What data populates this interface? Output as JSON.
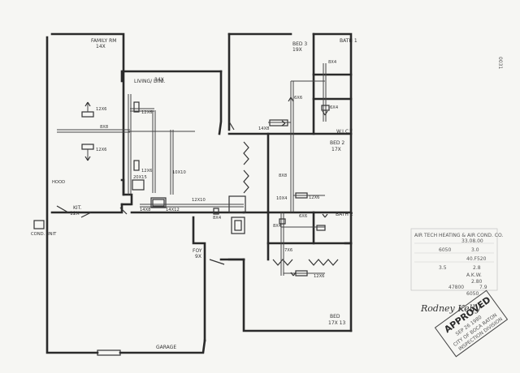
{
  "rooms": {
    "family_room": {
      "name": "FAMILY RM",
      "size": "14X"
    },
    "living_dining": {
      "name": "LIVING/ DINI.",
      "size": "34X"
    },
    "kitchen": {
      "name": "KIT.",
      "size": "12X"
    },
    "bed3": {
      "name": "BED 3",
      "size": "19X"
    },
    "bath1": {
      "name": "BATH 1",
      "size": ""
    },
    "wic": {
      "name": "W.I.C.",
      "size": ""
    },
    "bed2": {
      "name": "BED 2",
      "size": "17X"
    },
    "bath2": {
      "name": "BATH 2",
      "size": ""
    },
    "bed1": {
      "name": "BED",
      "size": "17X 13"
    },
    "foy": {
      "name": "FOY",
      "size": "9X"
    },
    "garage": {
      "name": "GARAGE",
      "size": ""
    },
    "hood": {
      "name": "HOOD",
      "size": ""
    },
    "cond_unit": {
      "name": "COND. UNIT",
      "size": ""
    }
  },
  "duct_labels": {
    "left_12x6_upper": "12X6",
    "left_12x6_lower": "12X6",
    "left_8x8": "8X8",
    "center_12x6_a": "12X6",
    "center_12x6_b": "12X6",
    "center_10x10": "10X10",
    "center_20x15": "20X15",
    "return_12x10": "12X10",
    "return_14x12": "14X12",
    "return_14x8": "14X8",
    "lower_8x4": "8X4",
    "bed3_8x4": "8X4",
    "bed3_6x6": "6X6",
    "bed3_14x8": "14X8",
    "bath1_6x4": "6X4",
    "bath1_8x4": "8X4",
    "bed2_8x8": "8X8",
    "bed2_10x4": "10X4",
    "bed2_12x6": "12X6",
    "bath2_8x4": "8X4",
    "bath2_6x6": "6X6",
    "bed1_7x6": "7X6",
    "bed1_12x6": "12X6"
  },
  "stamp": {
    "company": "AIR TECH HEATING & AIR COND. CO.",
    "value_1": "33.08.00",
    "value_2": "6050",
    "value_3": "3.0",
    "value_4": "40.F520",
    "value_5": "3.5",
    "value_6": "2.8",
    "value_7": "A.K.W.",
    "value_8": "2.80",
    "value_9": "47800",
    "value_10": "7.9",
    "value_11": "6050",
    "approved": "APPROVED",
    "approved_date": "SEP 26 1980",
    "approved_city": "CITY OF BOCA RATON",
    "approved_division": "INSPECTION DIVISION",
    "signature": "Rodney Kelly",
    "corner_number": "0031"
  }
}
